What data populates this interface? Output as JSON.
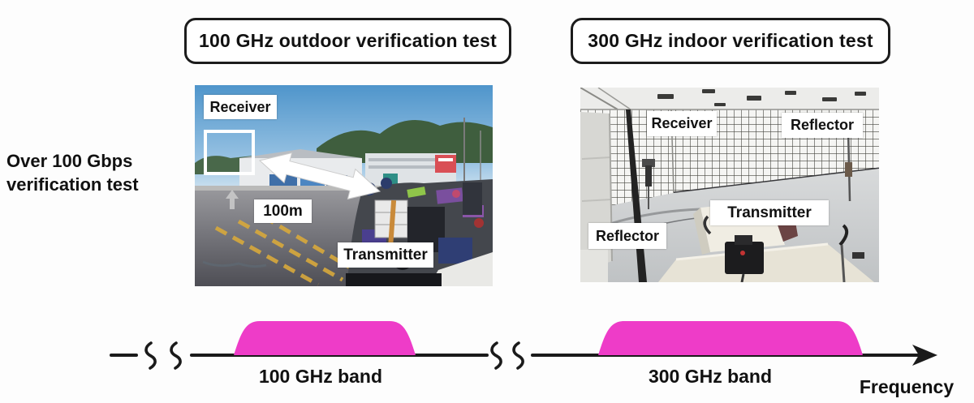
{
  "figure": {
    "background_color": "#fdfdfd"
  },
  "titles": {
    "outdoor": "100 GHz outdoor verification test",
    "indoor": "300 GHz indoor verification test"
  },
  "side_label": {
    "line1": "Over 100 Gbps",
    "line2": "verification test"
  },
  "outdoor_photo": {
    "receiver_label": "Receiver",
    "distance_label": "100m",
    "transmitter_label": "Transmitter"
  },
  "indoor_photo": {
    "receiver_label": "Receiver",
    "reflector_top_label": "Reflector",
    "transmitter_label": "Transmitter",
    "reflector_bottom_label": "Reflector"
  },
  "frequency_axis": {
    "band_color": "#ee3cc8",
    "line_color": "#1a1a1a",
    "bands": [
      {
        "label": "100 GHz band"
      },
      {
        "label": "300 GHz band"
      }
    ],
    "axis_label": "Frequency"
  }
}
